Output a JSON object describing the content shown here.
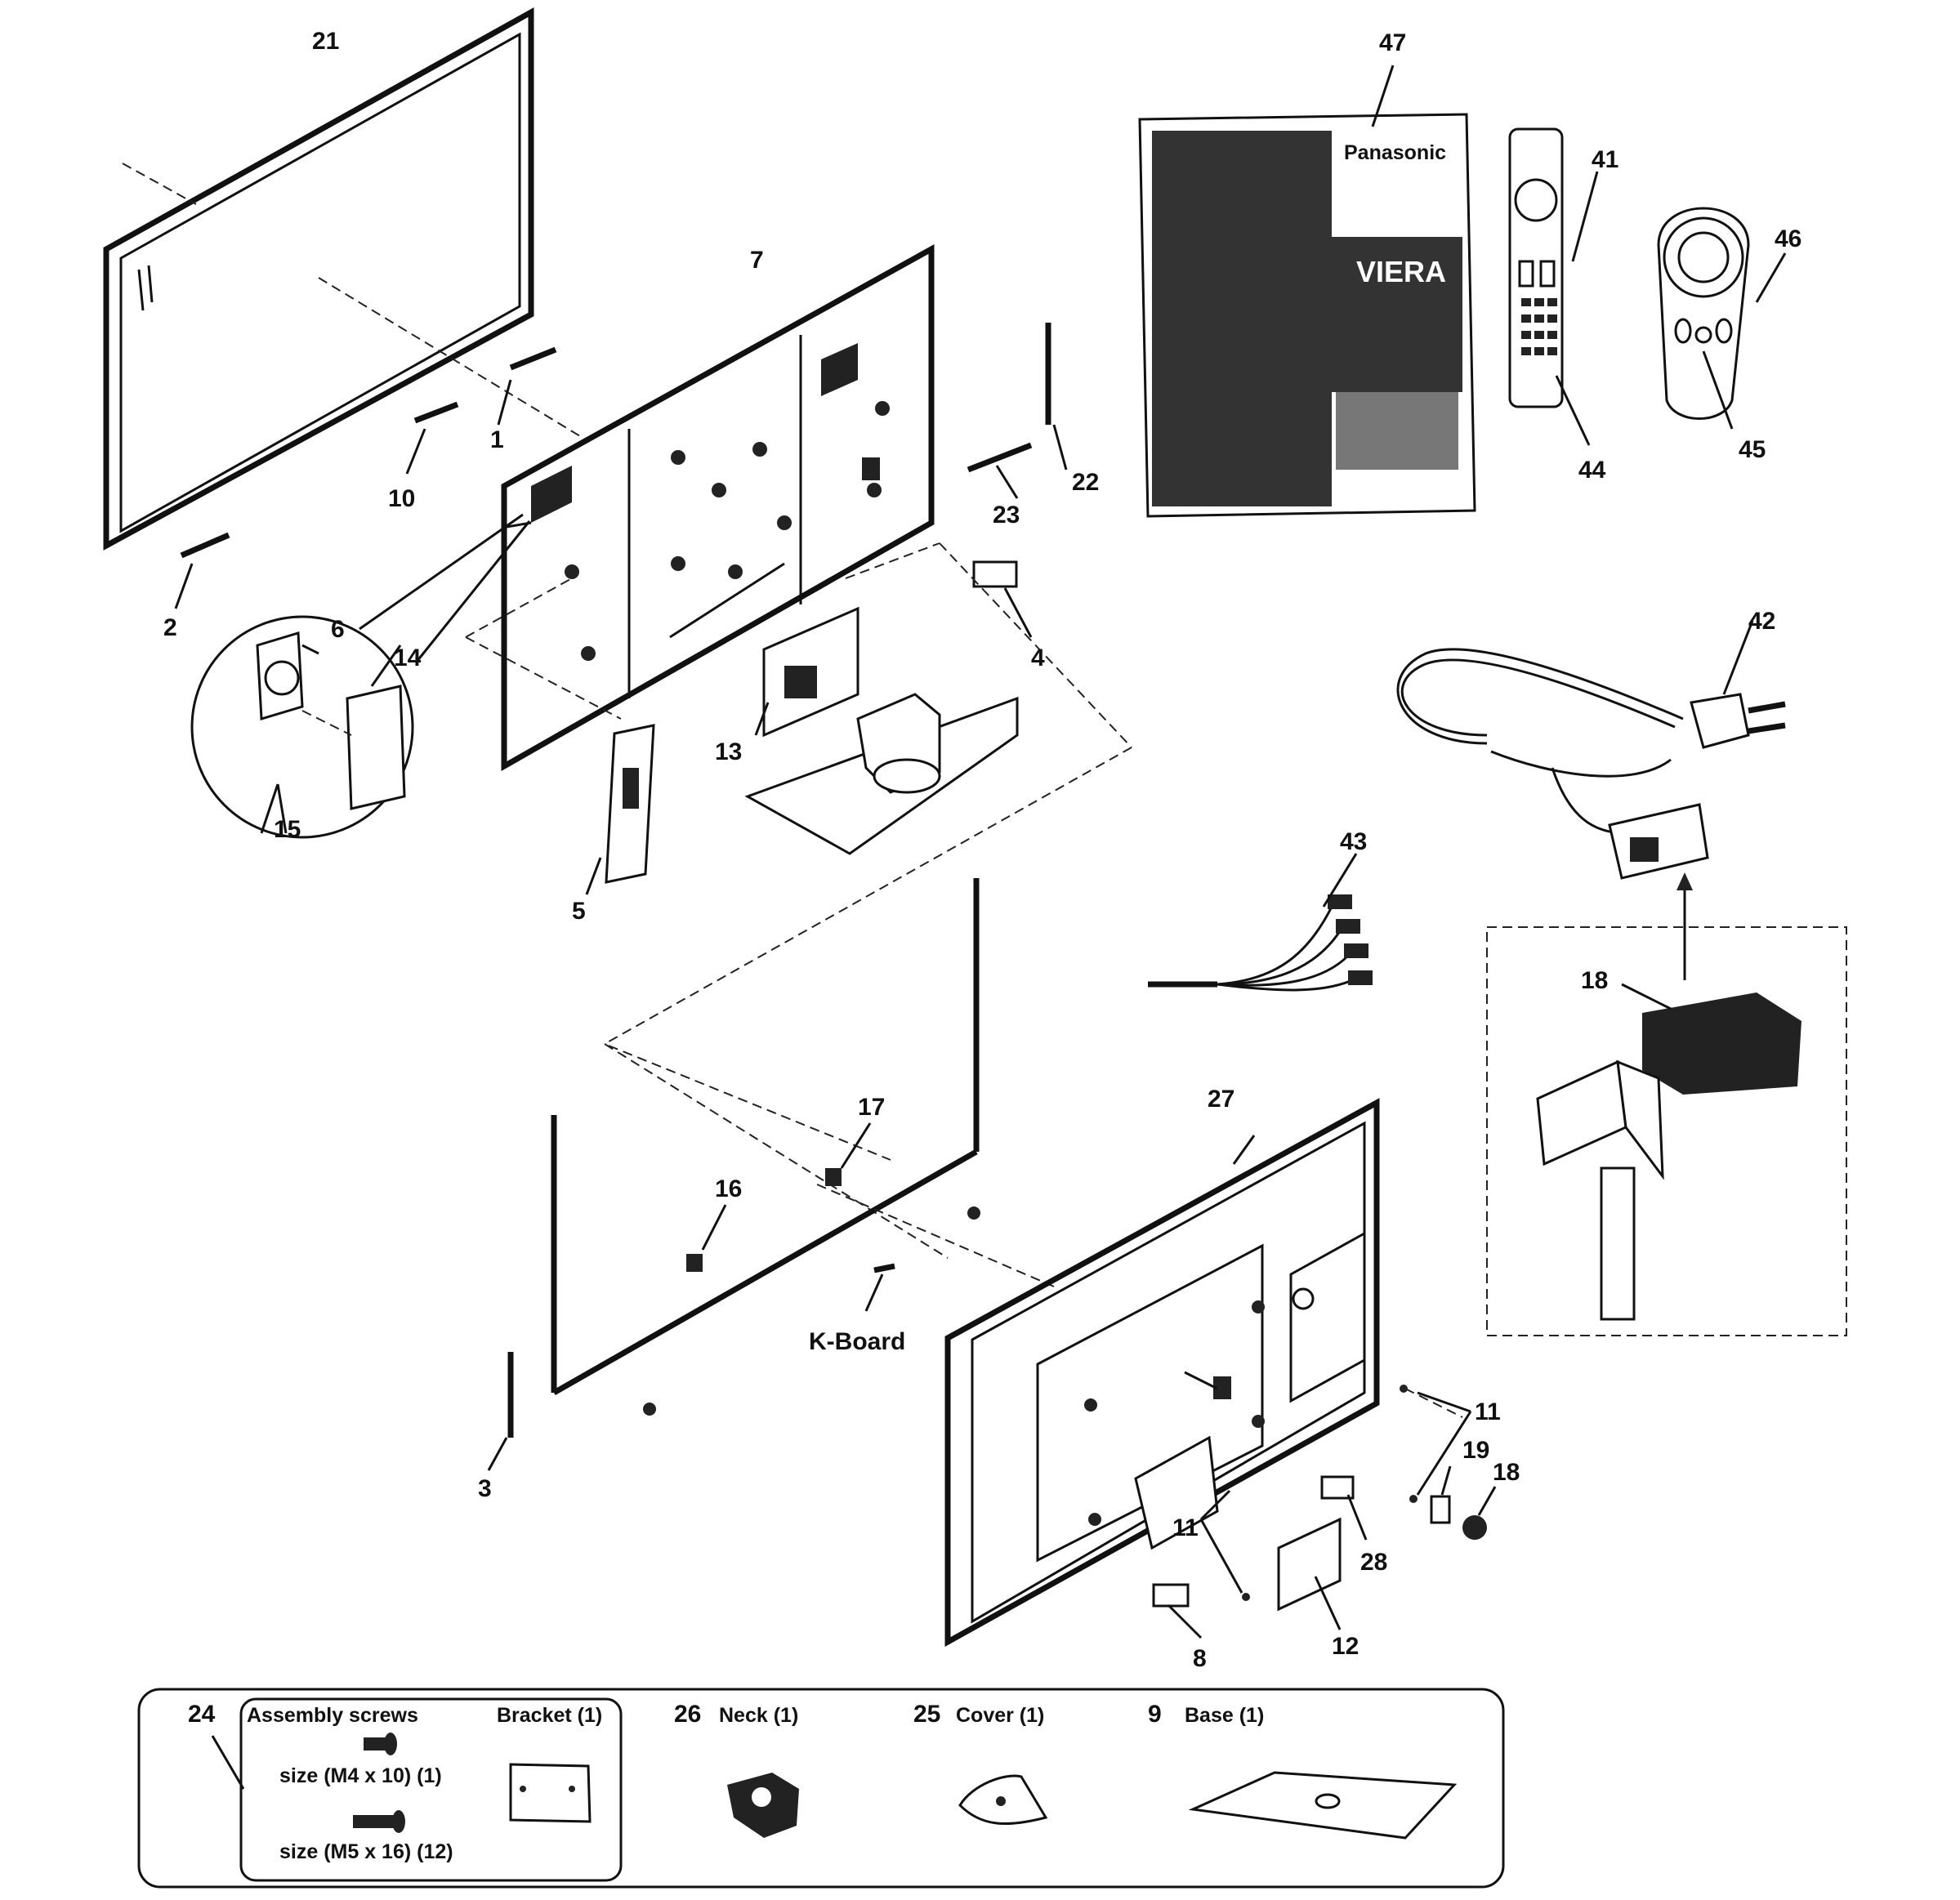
{
  "part_labels": {
    "p21": "21",
    "p1": "1",
    "p10": "10",
    "p2": "2",
    "p7": "7",
    "p22": "22",
    "p23": "23",
    "p4": "4",
    "p6": "6",
    "p14": "14",
    "p15": "15",
    "p13": "13",
    "p5": "5",
    "p47": "47",
    "p41": "41",
    "p46": "46",
    "p44": "44",
    "p45": "45",
    "p42": "42",
    "p43": "43",
    "p18a": "18",
    "p17": "17",
    "p16": "16",
    "p27": "27",
    "p11a": "11",
    "p19": "19",
    "p18b": "18",
    "p11b": "11",
    "p28": "28",
    "p3": "3",
    "p8": "8",
    "p12": "12"
  },
  "board_label": "K-Board",
  "manual_text": {
    "brand": "Panasonic",
    "product": "VIERA"
  },
  "packaged_parts": {
    "screws_number": "24",
    "screws_title": "Assembly screws",
    "screw_m4": "size (M4 x 10) (1)",
    "screw_m5": "size (M5 x 16) (12)",
    "bracket": "Bracket (1)",
    "neck_number": "26",
    "neck": "Neck (1)",
    "cover_number": "25",
    "cover": "Cover (1)",
    "base_number": "9",
    "base": "Base (1)"
  }
}
